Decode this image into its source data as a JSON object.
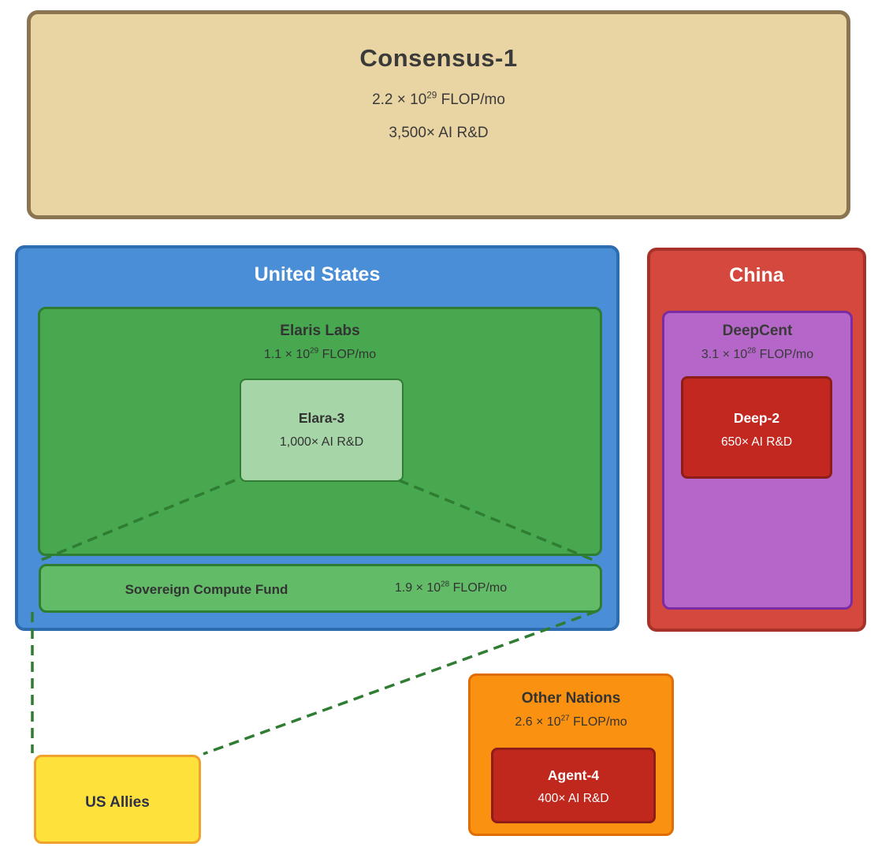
{
  "consensus": {
    "title": "Consensus-1",
    "flop_base": "2.2 × 10",
    "flop_exp": "29",
    "flop_unit": " FLOP/mo",
    "rnd": "3,500× AI R&D"
  },
  "united_states": {
    "title": "United States",
    "elaris_labs": {
      "title": "Elaris Labs",
      "flop_base": "1.1 × 10",
      "flop_exp": "29",
      "flop_unit": " FLOP/mo",
      "elara_3": {
        "title": "Elara-3",
        "rnd": "1,000× AI R&D"
      }
    },
    "sovereign_compute_fund": {
      "title": "Sovereign Compute Fund",
      "flop_base": "1.9 × 10",
      "flop_exp": "28",
      "flop_unit": " FLOP/mo"
    }
  },
  "china": {
    "title": "China",
    "deepcent": {
      "title": "DeepCent",
      "flop_base": "3.1 × 10",
      "flop_exp": "28",
      "flop_unit": " FLOP/mo",
      "deep_2": {
        "title": "Deep-2",
        "rnd": "650× AI R&D"
      }
    }
  },
  "other_nations": {
    "title": "Other Nations",
    "flop_base": "2.6 × 10",
    "flop_exp": "27",
    "flop_unit": " FLOP/mo",
    "agent_4": {
      "title": "Agent-4",
      "rnd": "400× AI R&D"
    }
  },
  "us_allies": {
    "title": "US Allies"
  },
  "colors": {
    "consensus_fill": "#e9d4a3",
    "consensus_border": "#8a7550",
    "us_fill": "#4a8ed8",
    "us_border": "#2e6cb0",
    "elaris_fill": "#48a850",
    "green_border": "#2e7d33",
    "elara3_fill": "#a6d5a7",
    "scf_fill": "#62bb67",
    "china_fill": "#d4483e",
    "china_border": "#a8322a",
    "deepcent_fill": "#b566c9",
    "deepcent_border": "#7c2ba3",
    "model_red_fill": "#c2281f",
    "model_red_border": "#8e1d17",
    "other_fill": "#fb9110",
    "other_border": "#e06c04",
    "allies_fill": "#ffe13c",
    "allies_border": "#f0a22c",
    "connector_dash": "#2e7d32"
  }
}
